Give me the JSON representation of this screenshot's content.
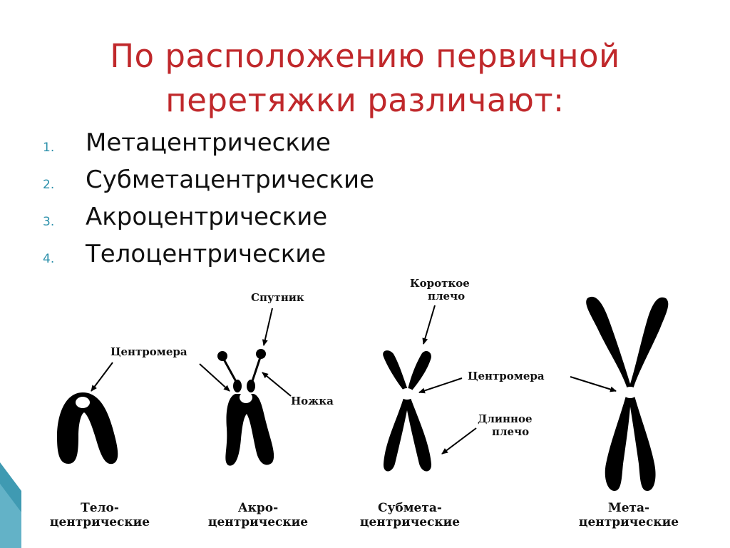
{
  "slide": {
    "title_line1": "По расположению первичной",
    "title_line2": "перетяжки различают:",
    "list": [
      {
        "num": "1.",
        "text": "Метацентрические"
      },
      {
        "num": "2.",
        "text": "Субметацентрические"
      },
      {
        "num": "3.",
        "text": "Акроцентрические"
      },
      {
        "num": "4.",
        "text": "Телоцентрические"
      }
    ]
  },
  "diagram": {
    "labels": {
      "centromere_left": "Центромера",
      "satellite": "Спутник",
      "stalk": "Ножка",
      "short_arm_l1": "Короткое",
      "short_arm_l2": "плечо",
      "centromere_right": "Центромера",
      "long_arm_l1": "Длинное",
      "long_arm_l2": "плечо"
    },
    "captions": {
      "telo_l1": "Тело-",
      "telo_l2": "центрические",
      "acro_l1": "Акро-",
      "acro_l2": "центрические",
      "submeta_l1": "Субмета-",
      "submeta_l2": "центрические",
      "meta_l1": "Мета-",
      "meta_l2": "центрические"
    }
  },
  "colors": {
    "title": "#c0282b",
    "list_number": "#2a8faa",
    "text": "#111111",
    "chromosome": "#000000",
    "corner_accent": "#2a8faa"
  }
}
